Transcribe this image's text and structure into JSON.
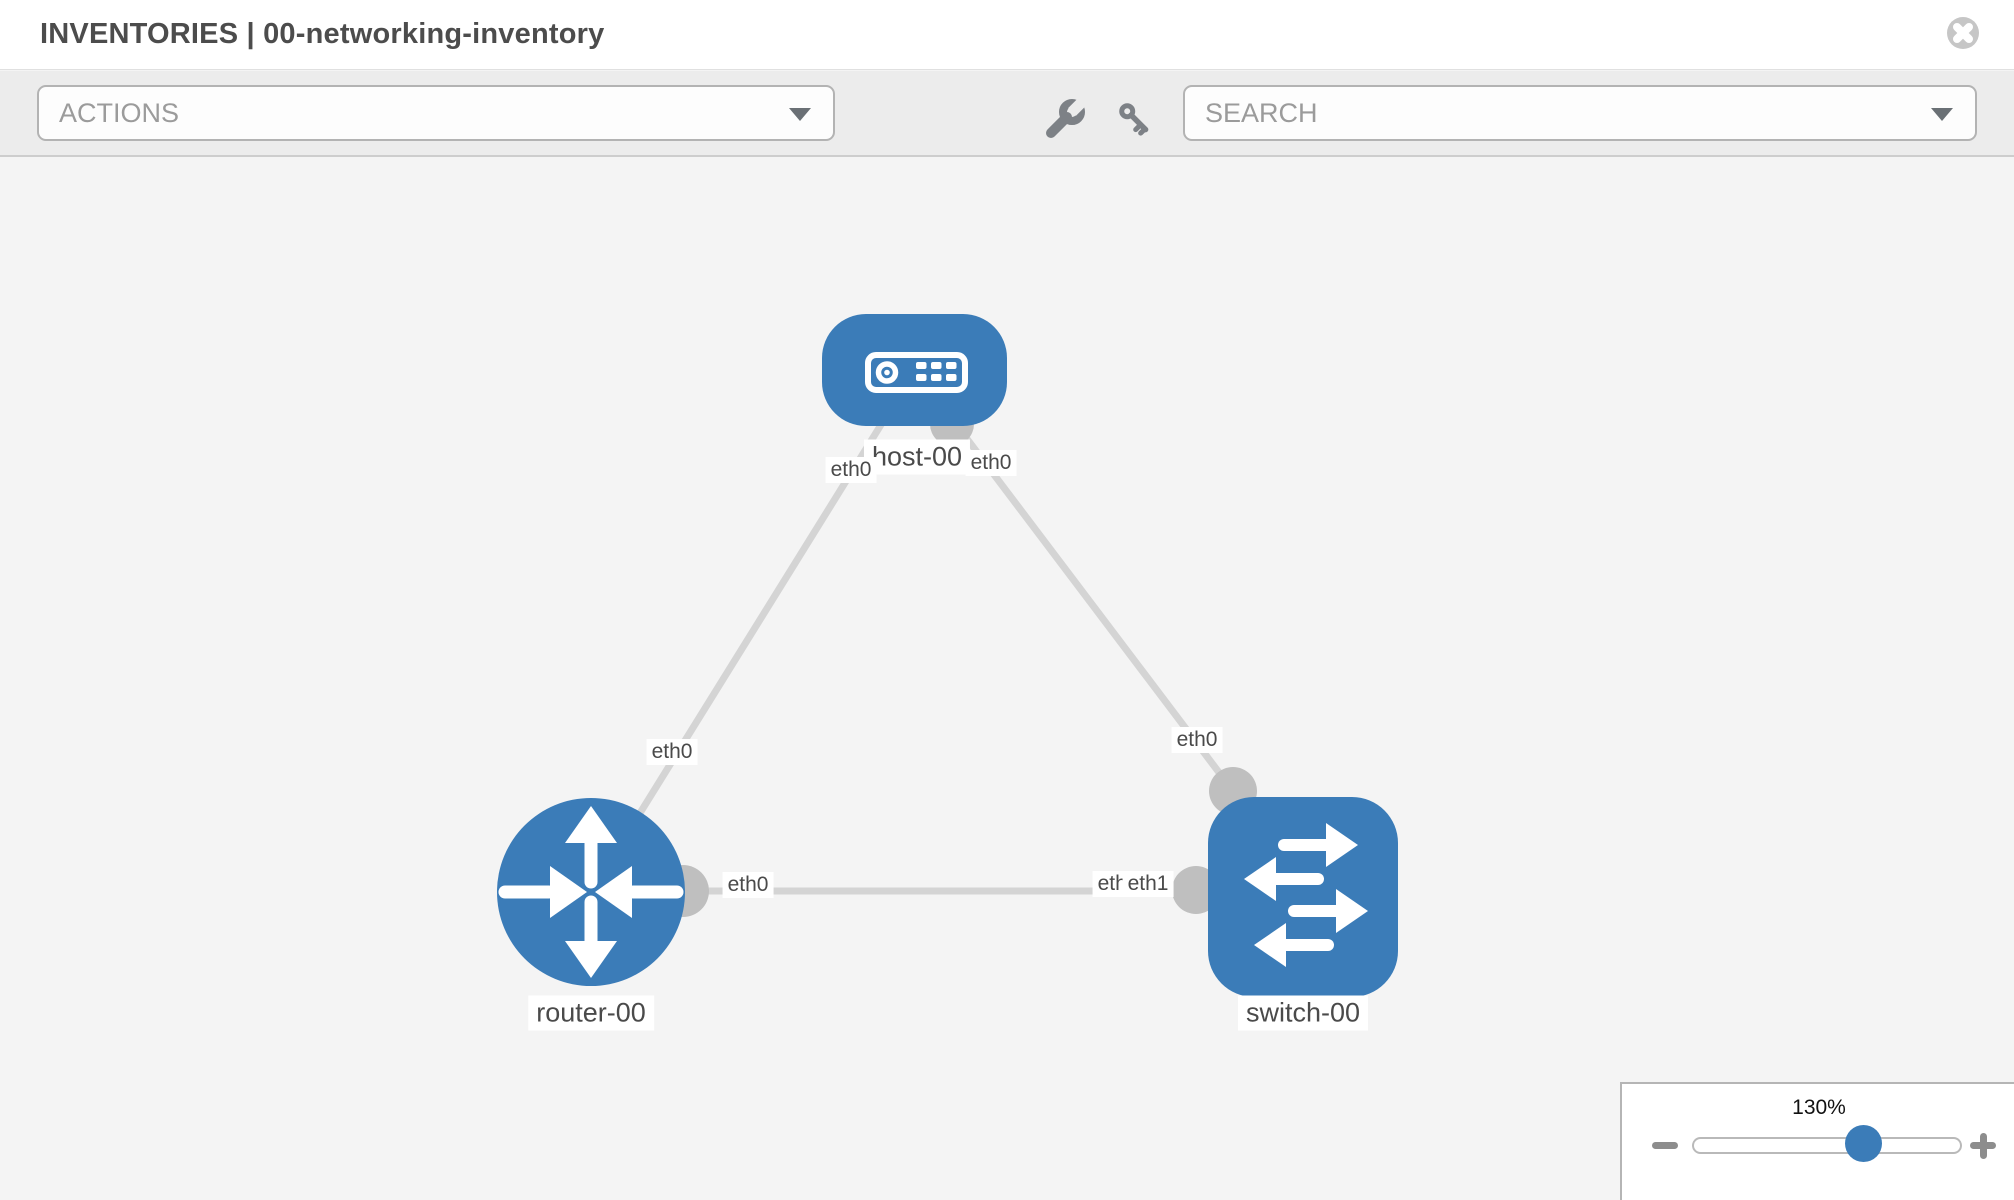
{
  "header": {
    "title": "INVENTORIES | 00-networking-inventory"
  },
  "toolbar": {
    "actions_placeholder": "ACTIONS",
    "search_placeholder": "SEARCH",
    "icons": [
      {
        "name": "wrench-icon"
      },
      {
        "name": "key-icon"
      }
    ]
  },
  "diagram": {
    "nodes": [
      {
        "label": "host-00",
        "type": "host",
        "shape": "rounded-rect"
      },
      {
        "label": "router-00",
        "type": "router",
        "shape": "circle"
      },
      {
        "label": "switch-00",
        "type": "switch",
        "shape": "rounded-square"
      }
    ],
    "links": [
      {
        "from": "host-00",
        "from_iface": "eth0",
        "to": "router-00",
        "to_iface": "eth0"
      },
      {
        "from": "host-00",
        "from_iface": "eth0",
        "to": "switch-00",
        "to_iface": "eth0"
      },
      {
        "from": "router-00",
        "from_iface": "eth0",
        "to": "switch-00",
        "to_iface": "eth1"
      }
    ],
    "overlapped_label_back": "eth0"
  },
  "zoom_control": {
    "value": "130%",
    "zoom_out_icon": "minus-icon",
    "zoom_in_icon": "plus-icon",
    "slider_percent": 64
  },
  "colors": {
    "node_blue": "#3b7cb8",
    "link_gray": "#d4d4d4",
    "interface_gray": "#bfbfbf",
    "toolbar_icon_gray": "#7d8186"
  }
}
